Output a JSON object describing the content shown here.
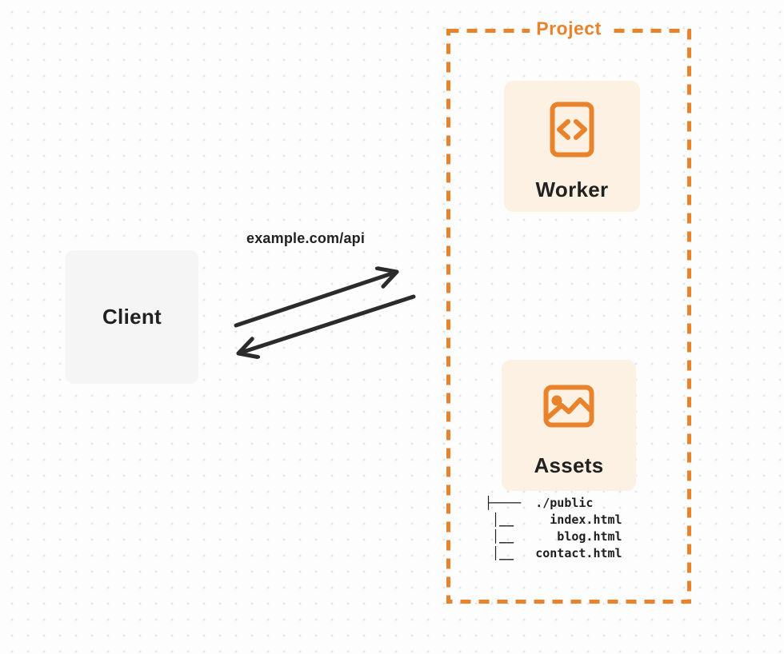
{
  "colors": {
    "accent": "#E8832C",
    "project_card_fill": "#FCF1E3",
    "client_card_fill": "#F5F5F6",
    "arrow": "#2B2B2B",
    "text": "#212121"
  },
  "client": {
    "label": "Client"
  },
  "request": {
    "url_label": "example.com/api"
  },
  "project": {
    "label": "Project",
    "worker": {
      "label": "Worker",
      "icon": "code-icon"
    },
    "assets": {
      "label": "Assets",
      "icon": "image-icon"
    },
    "file_tree": {
      "root": "./public",
      "files": [
        "index.html",
        "blog.html",
        "contact.html"
      ],
      "lines": [
        "├────  ./public",
        " │__     index.html",
        " │__      blog.html",
        " │__   contact.html"
      ]
    }
  }
}
